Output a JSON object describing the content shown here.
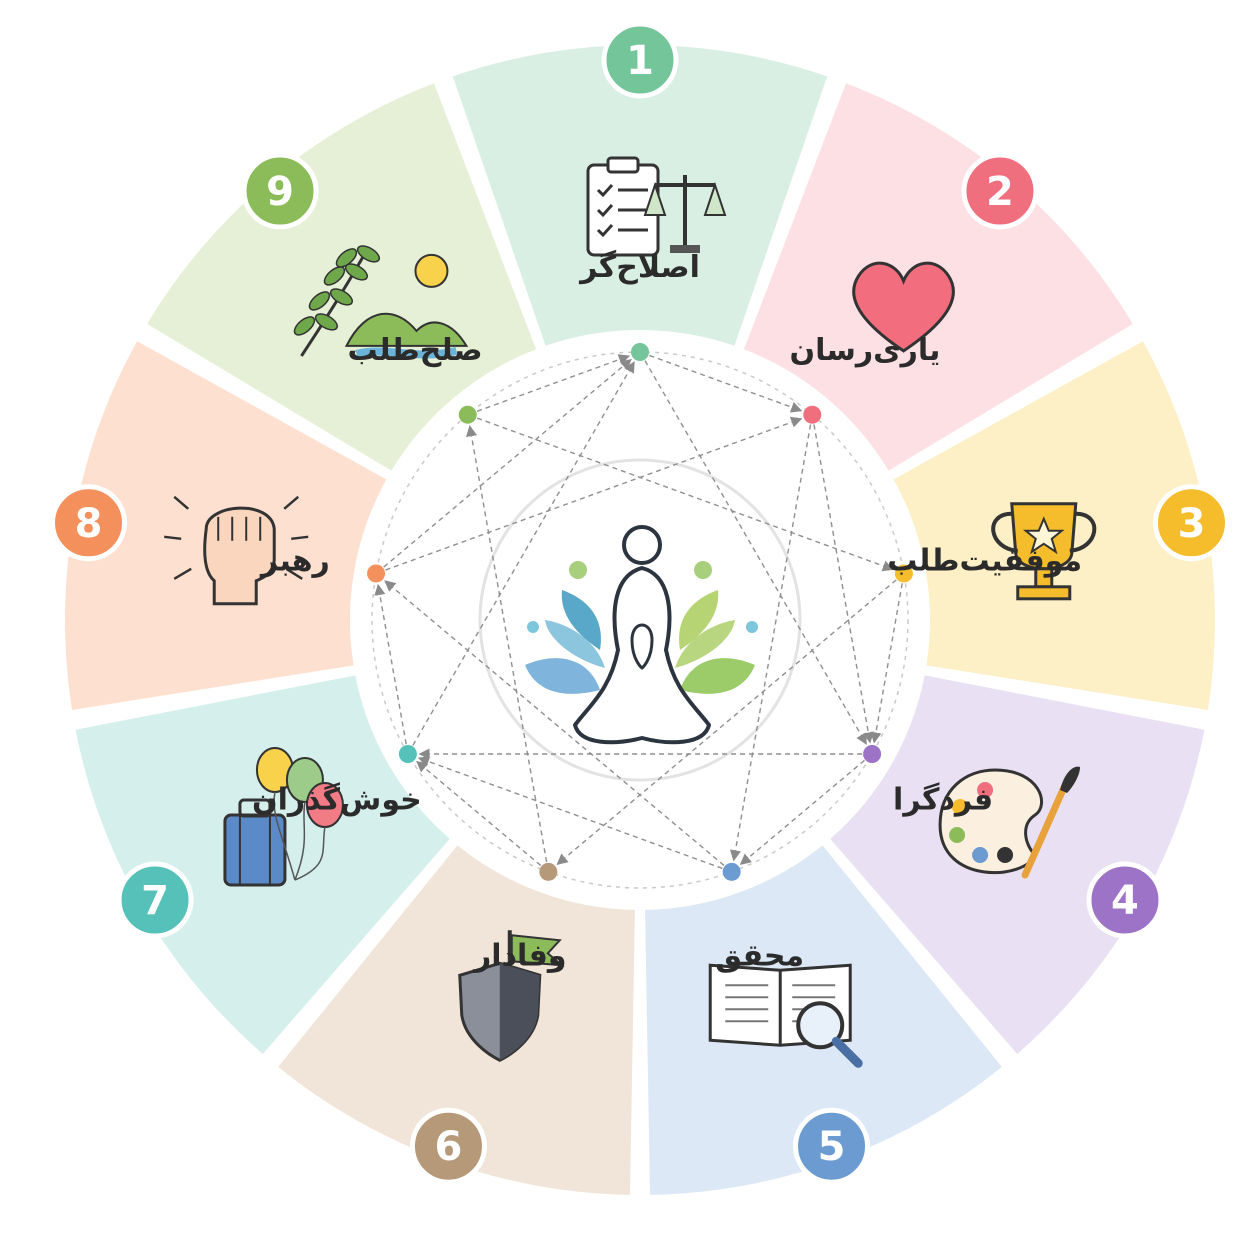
{
  "segments": [
    {
      "number": "1",
      "label": "اصلاح‌گر",
      "color": "#d9efe3",
      "accent": "#74c59a",
      "icon": "clipboard-scales-icon"
    },
    {
      "number": "2",
      "label": "یاری‌رسان",
      "color": "#fde0e4",
      "accent": "#ef6f7f",
      "icon": "heart-icon"
    },
    {
      "number": "3",
      "label": "موفقیت‌طلب",
      "color": "#fdefc6",
      "accent": "#f5bd2c",
      "icon": "trophy-icon"
    },
    {
      "number": "4",
      "label": "فردگرا",
      "color": "#e9e0f3",
      "accent": "#9d73c8",
      "icon": "palette-icon"
    },
    {
      "number": "5",
      "label": "محقق",
      "color": "#dce8f5",
      "accent": "#6b9bd1",
      "icon": "book-magnifier-icon"
    },
    {
      "number": "6",
      "label": "وفادار",
      "color": "#f0e5d8",
      "accent": "#b59978",
      "icon": "shield-flag-icon"
    },
    {
      "number": "7",
      "label": "خوش‌گذران",
      "color": "#d5efec",
      "accent": "#55c1b8",
      "icon": "suitcase-balloons-icon"
    },
    {
      "number": "8",
      "label": "رهبر",
      "color": "#fde0cf",
      "accent": "#f3905c",
      "icon": "fist-icon"
    },
    {
      "number": "9",
      "label": "صلح‌طلب",
      "color": "#e5f0d6",
      "accent": "#8cbc5a",
      "icon": "nature-landscape-icon"
    }
  ],
  "center": {
    "icon": "meditation-figure-icon"
  }
}
